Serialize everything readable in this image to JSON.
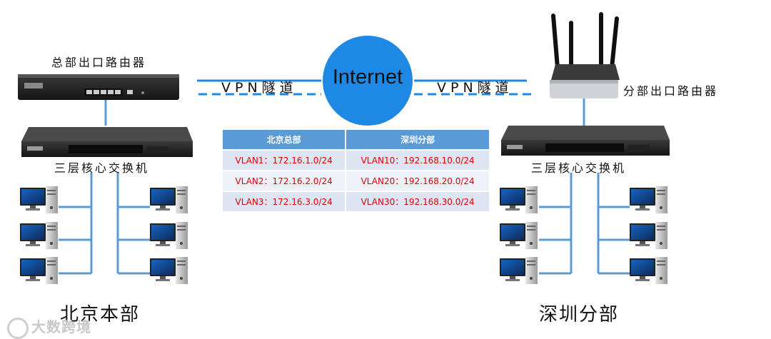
{
  "labels": {
    "hq_router": "总部出口路由器",
    "branch_router": "分部出口路由器",
    "hq_switch": "三层核心交换机",
    "branch_switch": "三层核心交换机",
    "hq_site": "北京本部",
    "branch_site": "深圳分部",
    "vpn_left": "VPN隧道",
    "vpn_right": "VPN隧道",
    "internet": "Internet"
  },
  "vlan_table": {
    "headers": [
      "北京总部",
      "深圳分部"
    ],
    "rows": [
      [
        "VLAN1：172.16.1.0/24",
        "VLAN10：192.168.10.0/24"
      ],
      [
        "VLAN2：172.16.2.0/24",
        "VLAN20：192.168.20.0/24"
      ],
      [
        "VLAN3：172.16.3.0/24",
        "VLAN30：192.168.30.0/24"
      ]
    ]
  },
  "watermark": "大数跨境",
  "colors": {
    "internet_cloud": "#1e88e5",
    "link_line": "#5b9bd5",
    "table_header": "#5b9bd5",
    "vlan_text": "#e00000"
  },
  "icons": {
    "hq_router": "router-icon",
    "branch_router": "wifi-router-icon",
    "switch": "switch-icon",
    "pc": "desktop-computer-icon",
    "internet": "cloud-icon"
  }
}
